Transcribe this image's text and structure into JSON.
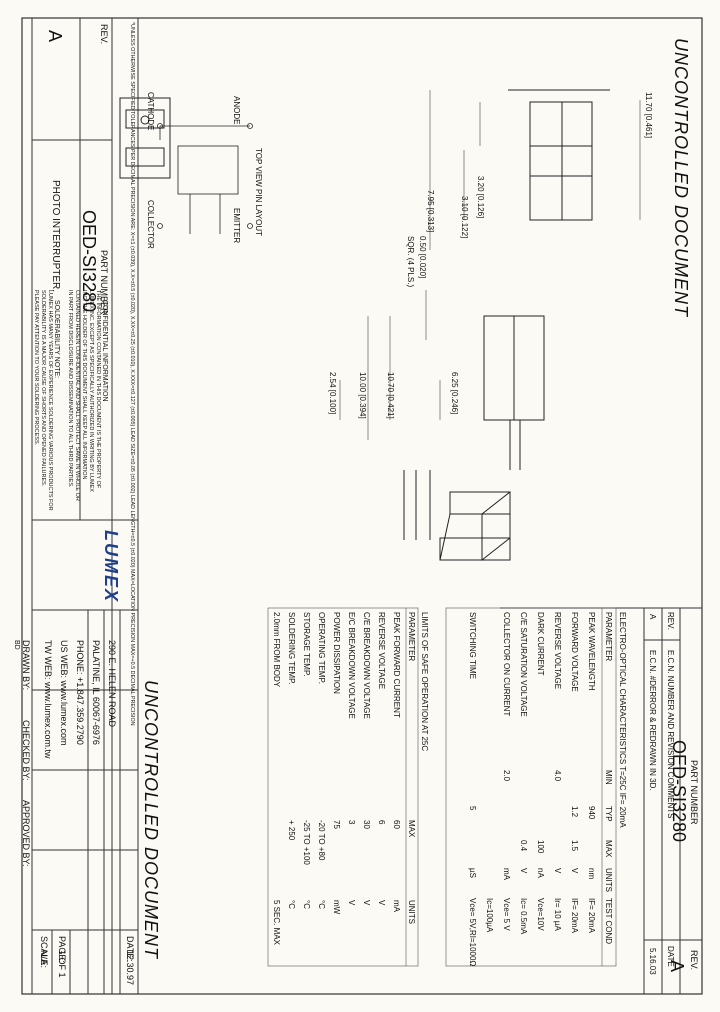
{
  "watermark": "UNCONTROLLED DOCUMENT",
  "header": {
    "rev_label": "REV.",
    "rev_value": "A",
    "part_number_label": "PART NUMBER",
    "part_number": "OED-SI3280"
  },
  "revision_table": {
    "headers": [
      "REV.",
      "E.C.N. NUMBER AND REVISION COMMENTS",
      "DATE"
    ],
    "rows": [
      [
        "A",
        "E.C.N. #DERROR & REDRAWN IN 3D.",
        "5.16.03"
      ]
    ]
  },
  "electro_optical": {
    "title": "ELECTRO-OPTICAL CHARACTERISTICS T=25C IF= 20mA",
    "headers": [
      "PARAMETER",
      "MIN",
      "TYP",
      "MAX",
      "UNITS",
      "TEST COND"
    ],
    "rows": [
      [
        "PEAK WAVELENGTH",
        "",
        "940",
        "",
        "nm",
        "IF= 20mA"
      ],
      [
        "FORWARD VOLTAGE",
        "",
        "1.2",
        "1.5",
        "V",
        "IF= 20mA"
      ],
      [
        "REVERSE VOLTAGE",
        "4.0",
        "",
        "",
        "V",
        "Ir= 10 µA"
      ],
      [
        "DARK CURRENT",
        "",
        "",
        "100",
        "nA",
        "Vce=10V"
      ],
      [
        "C/E SATURATION VOLTAGE",
        "",
        "",
        "0.4",
        "V",
        "Ic= 0.5mA"
      ],
      [
        "COLLECTOR ON CURRENT",
        "2.0",
        "",
        "",
        "mA",
        "Vce= 5 V"
      ],
      [
        "",
        "",
        "",
        "",
        "",
        "Ic=100µA"
      ],
      [
        "SWITCHING TIME",
        "",
        "5",
        "",
        "µS",
        "Vce= 5V,RI=1000Ω"
      ]
    ]
  },
  "safe_operation": {
    "title": "LIMITS OF SAFE OPERATION AT 25C",
    "headers": [
      "PARAMETER",
      "MAX",
      "UNITS"
    ],
    "rows": [
      [
        "PEAK FORWARD CURRENT",
        "60",
        "mA"
      ],
      [
        "REVERSE VOLTAGE",
        "6",
        "V"
      ],
      [
        "C/E BREAKDOWN VOLTAGE",
        "30",
        "V"
      ],
      [
        "E/C BREAKDOWN VOLTAGE",
        "3",
        "V"
      ],
      [
        "POWER DISSIPATION",
        "75",
        "mW"
      ],
      [
        "OPERATING TEMP.",
        "-20 TO +80",
        "°C"
      ],
      [
        "STORAGE TEMP.",
        "-25 TO +100",
        "°C"
      ],
      [
        "SOLDERING TEMP.",
        "+ 250",
        "°C"
      ],
      [
        "2.0mm FROM BODY",
        "",
        "5 SEC. MAX"
      ]
    ]
  },
  "dimensions": {
    "d1": "11.70 [0.461]",
    "d2": "3.20 [0.126]",
    "d3": "3.10 [0.122]",
    "d4": "7.95 [0.313]",
    "d5": "0.50 [0.020]",
    "d5b": "SQR. (4 PLS.)",
    "d6": "6.25 [0.246]",
    "d7": "10.70 [0.421]",
    "d8": "10.00 [0.394]",
    "d9": "2.54 [0.100]"
  },
  "pin_layout": {
    "title": "TOP VIEW PIN LAYOUT",
    "anode": "ANODE",
    "cathode": "CATHODE",
    "emitter": "EMITTER",
    "collector": "COLLECTOR"
  },
  "tolerance_note": "*UNLESS OTHERWISE SPECIFIED TOLERANCES PER DECIMAL PRECISION ARE: X=±1 (±0.039), X.X=±0.5 (±0.020), X.XX=±0.25 (±0.010), X.XXX=±0.127 (±0.005) LEAD SIZE=±0.05 (±0.002) LEAD LENGTH=±0.5 (±0.020) MAX=LOCATION PRECISION MAX=+0.5 DECIMAL PRECISION",
  "confidential": {
    "title": "CONFIDENTIAL INFORMATION",
    "lines": [
      "THE INFORMATION CONTAINED IN THIS DOCUMENT IS THE PROPERTY OF",
      "LUMEX INC. EXCEPT AS SPECIFICALLY AUTHORIZED IN WRITING BY LUMEX",
      "INC. THE HOLDER OF THIS DOCUMENT SHALL KEEP ALL INFORMATION",
      "CONTAINED HEREIN CONFIDENTIAL AND SHALL PROTECT SAME IN WHOLE OR",
      "IN PART FROM DISCLOSURE AND DISSEMINATION TO ALL THIRD PARTIES."
    ]
  },
  "solder_note": {
    "title": "SOLDERABILITY NOTE:",
    "lines": [
      "LUMEX HAS MANY YEARS OF EXPERIENCE SOLDERING VARIOUS PRODUCTS FOR",
      "SOLDERABILITY IS A MAJOR CAUSE OF SHORTS AND OPENED FAILURES.",
      "PLEASE PAY ATTENTION TO YOUR SOLDERING PROCESS."
    ]
  },
  "company": {
    "logo": "LUMEX",
    "address1": "290 E. HELEN ROAD",
    "address2": "PALATINE, IL 60067-6976",
    "phone": "PHONE: +1.847.359.2790",
    "web1": "US WEB: www.lumex.com",
    "web2": "TW WEB: www.lumex.com.tw"
  },
  "title_block": {
    "drawn_by": "DRAWN BY:",
    "checked_by": "CHECKED BY:",
    "approved_by": "APPROVED BY:",
    "date_label": "DATE:",
    "date_value": "12.30.97",
    "page_label": "PAGE:",
    "page_value": "1 OF 1",
    "scale_label": "SCALE:",
    "scale_value": "N/A",
    "initials": "BD"
  },
  "rev_box": {
    "label": "REV.",
    "value": "A"
  },
  "part_box": {
    "label": "PART NUMBER",
    "value": "OED-SI3280",
    "description": "PHOTO INTERRUPTER."
  }
}
